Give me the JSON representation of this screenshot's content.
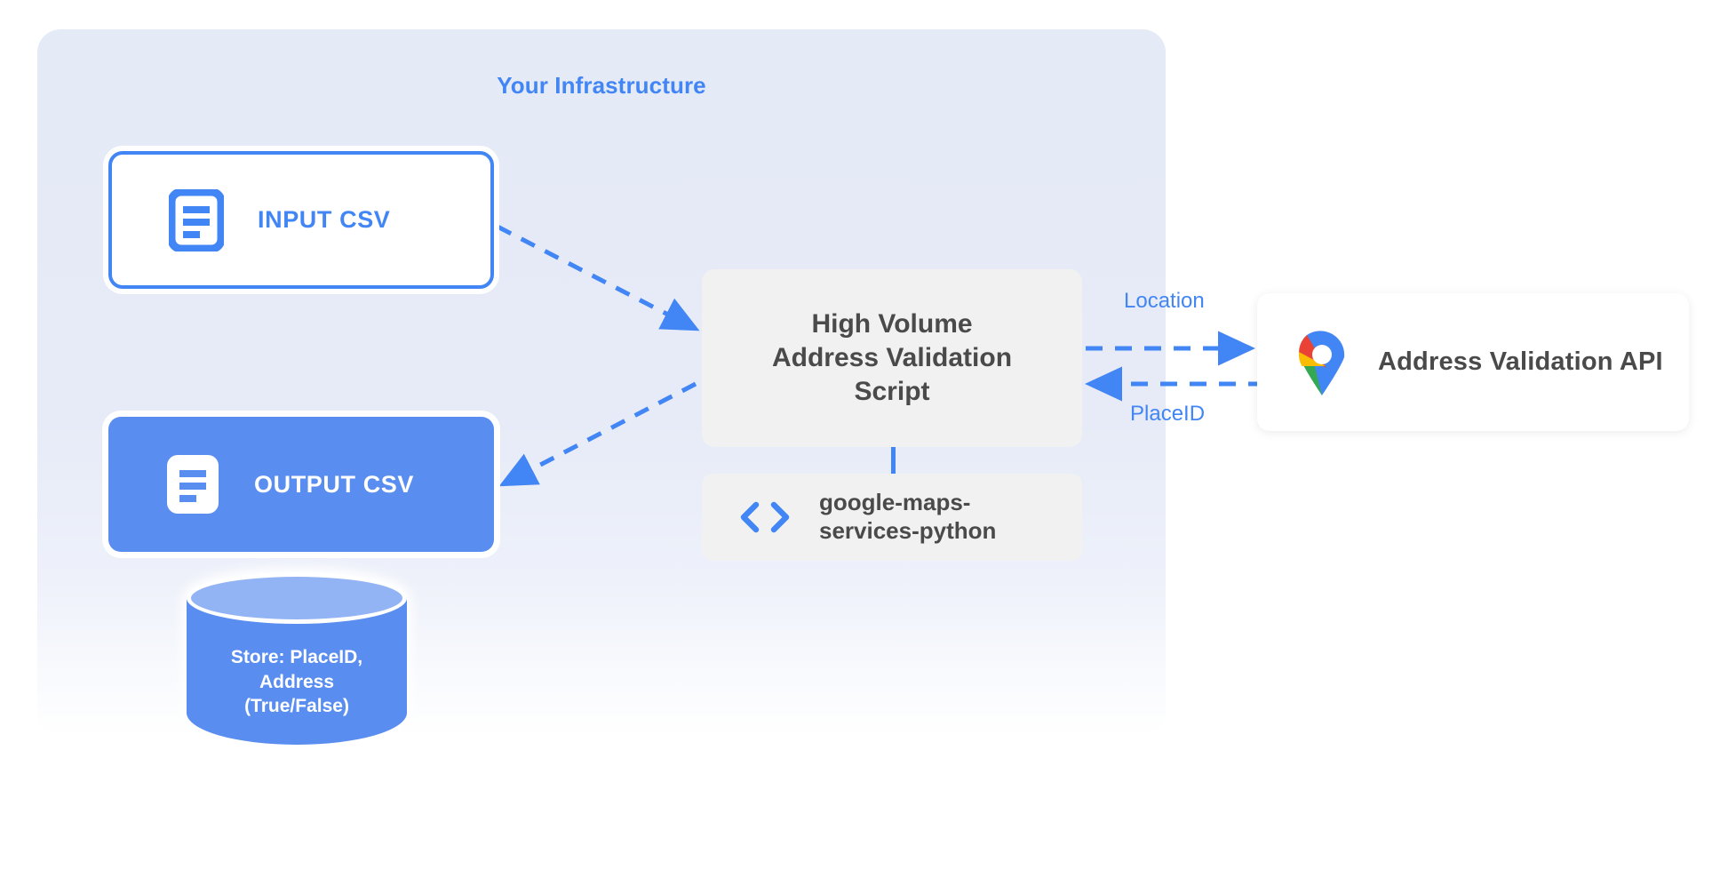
{
  "diagram": {
    "panel_title": "Your Infrastructure",
    "accent_color": "#4285f4",
    "panel_color": "#e6ebf7",
    "nodes": {
      "input_csv": {
        "label": "INPUT CSV",
        "icon": "document-icon"
      },
      "output_csv": {
        "label": "OUTPUT CSV",
        "icon": "document-icon"
      },
      "script": {
        "line1": "High Volume",
        "line2": "Address Validation",
        "line3": "Script"
      },
      "library": {
        "line1": "google-maps-",
        "line2": "services-python",
        "icon": "code-brackets-icon"
      },
      "api": {
        "label": "Address Validation API",
        "icon": "google-maps-pin-icon"
      },
      "database": {
        "line1": "Store: PlaceID,",
        "line2": "Address",
        "line3": "(True/False)"
      }
    },
    "edges": {
      "request_label": "Location",
      "response_label": "PlaceID"
    }
  }
}
